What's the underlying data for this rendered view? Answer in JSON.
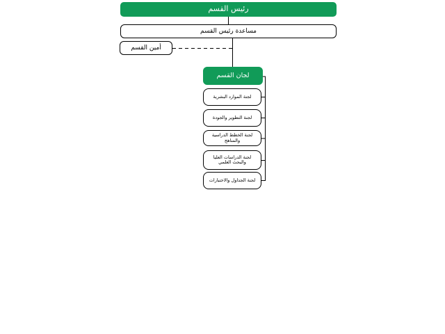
{
  "colors": {
    "green": "#119B58",
    "line": "#000000",
    "box_border": "#000000",
    "box_bg": "#FFFFFF",
    "page_bg": "#FFFFFF",
    "text_dark": "#000000",
    "text_light": "#FFFFFF"
  },
  "org": {
    "head": "رئيس القسم",
    "assistant": "مساعدة رئيس القسم",
    "secretary": "أمين القسم",
    "committees_title": "لجان القسم",
    "committees": [
      "لجنة الموارد البشرية",
      "لجنة التطوير والجودة",
      "لجنة الخطط الدراسية والمناهج",
      "لجنة الدراسات العليا والبحث العلمي",
      "لجنة الجداول والاختبارات"
    ]
  }
}
